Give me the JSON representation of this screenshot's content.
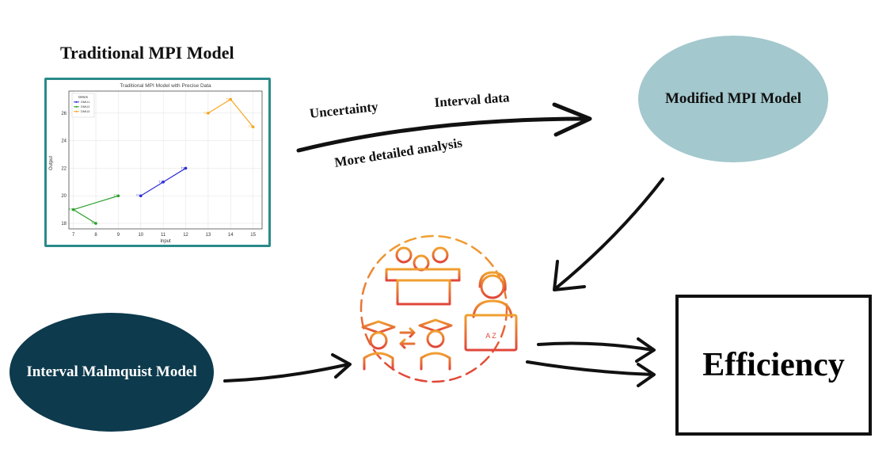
{
  "labels": {
    "traditional_title": "Traditional MPI Model",
    "modified": "Modified MPI Model",
    "interval": "Interval Malmquist Model",
    "efficiency": "Efficiency",
    "uncertainty": "Uncertainty",
    "interval_data": "Interval data",
    "detailed": "More detailed analysis"
  },
  "chart_data": {
    "type": "line",
    "title": "Traditional MPI Model with Precise Data",
    "xlabel": "Input",
    "ylabel": "Output",
    "xlim": [
      6.8,
      15.4
    ],
    "ylim": [
      17.6,
      27.6
    ],
    "xticks": [
      7,
      8,
      9,
      10,
      11,
      12,
      13,
      14,
      15
    ],
    "yticks": [
      18,
      20,
      22,
      24,
      26
    ],
    "grid": true,
    "legend_title": "DMUs",
    "legend_position": "top-left",
    "series": [
      {
        "name": "DMU1",
        "color": "#2b2bd6",
        "x": [
          10,
          11,
          12
        ],
        "y": [
          20,
          21,
          22
        ],
        "point_labels": [
          "T1",
          "T2",
          "T3"
        ]
      },
      {
        "name": "DMU2",
        "color": "#2ca02c",
        "x": [
          9,
          7,
          8
        ],
        "y": [
          20,
          19,
          18
        ],
        "point_labels": [
          "T1",
          "T2",
          "T3"
        ]
      },
      {
        "name": "DMU3",
        "color": "#f5a623",
        "x": [
          13,
          14,
          15
        ],
        "y": [
          26,
          27,
          25
        ],
        "point_labels": [
          "T1",
          "T2",
          "T3"
        ]
      }
    ]
  },
  "colors": {
    "chart_border": "#2a8a8a",
    "modified_fill": "#a3c8cd",
    "interval_fill": "#0d3a4d",
    "illustration_top": "#f0a030",
    "illustration_bottom": "#e0463a"
  },
  "icons": [
    "arrow-icon",
    "classroom-illustration"
  ]
}
